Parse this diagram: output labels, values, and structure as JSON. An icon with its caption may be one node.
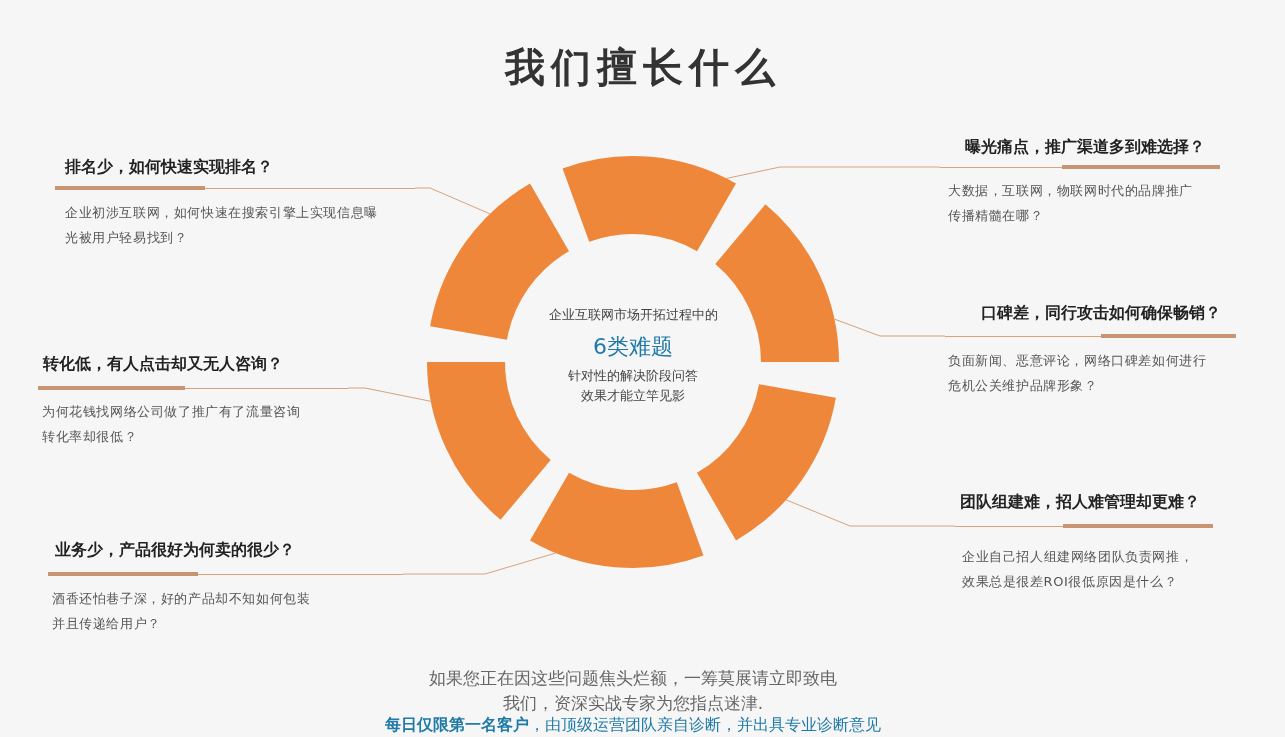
{
  "diagram": {
    "title": "我们擅长什么",
    "nodes": [
      {
        "text": [
          "排名少，如何快速实现排名？",
          "企业初涉互联网，如何快速在搜索引擎上实现信息曝光被用户轻易找到？"
        ]
      },
      {
        "text": [
          "曝光痛点，推广渠道多到难选择？",
          "大数据，互联网，物联网时代的品牌推广传播精髓在哪？"
        ]
      },
      {
        "text": [
          "口碑差，同行攻击如何确保畅销？",
          "负面新闻、恶意评论，网络口碑差如何进行危机公关维护品牌形象？"
        ]
      },
      {
        "text": [
          "转化低，有人点击却又无人咨询？",
          "为何花钱找网络公司做了推广有了流量咨询转化率却很低？"
        ]
      },
      {
        "text": [
          "团队组建难，招人难管理却更难？",
          "企业自己招人组建网络团队负责网推，效果总是很差ROI很低原因是什么？"
        ]
      },
      {
        "text": [
          "业务少，产品很好为何卖的很少？",
          "酒香还怕巷子深，好的产品却不知如何包装并且传递给用户？"
        ]
      },
      {
        "text": [],
        "shape": "arc"
      },
      {
        "text": [],
        "shape": "arc"
      },
      {
        "text": [],
        "shape": "arc"
      },
      {
        "text": [],
        "shape": "arc"
      },
      {
        "text": [],
        "shape": "arc"
      },
      {
        "text": [],
        "shape": "arc"
      }
    ],
    "edges": [
      {
        "from": 0,
        "to": 11,
        "arrow": "none"
      },
      {
        "from": 1,
        "to": 6,
        "arrow": "none"
      },
      {
        "from": 2,
        "to": 7,
        "arrow": "none"
      },
      {
        "from": 3,
        "to": 10,
        "arrow": "none"
      },
      {
        "from": 4,
        "to": 8,
        "arrow": "none"
      },
      {
        "from": 5,
        "to": 9,
        "arrow": "none"
      }
    ],
    "labels": [
      "企业互联网市场开拓过程中的",
      "6类难题",
      "针对性的解决阶段问答",
      "效果才能立竿见影",
      "如果您正在因这些问题焦头烂额，一筹莫展请立即致电",
      "我们，资深实战专家为您指点迷津.",
      "**每日仅限第一名客户**，由顶级运营团队亲自诊断，并出具专业诊断意见"
    ]
  }
}
